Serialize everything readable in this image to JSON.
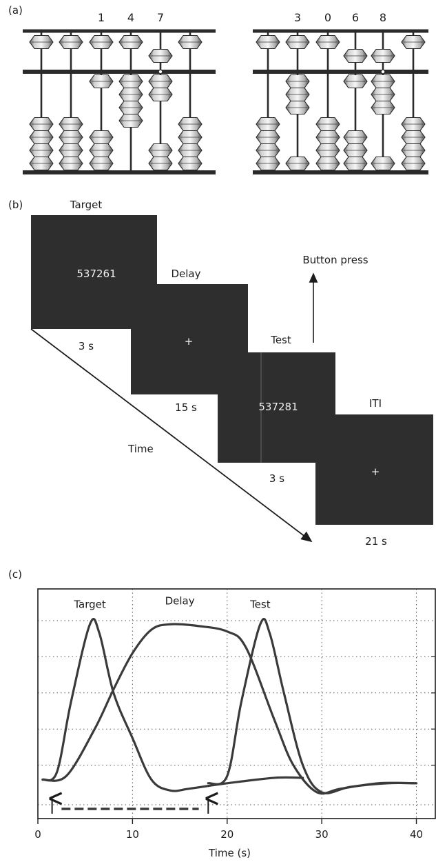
{
  "panels": {
    "a": {
      "letter": "(a)"
    },
    "b": {
      "letter": "(b)"
    },
    "c": {
      "letter": "(c)"
    }
  },
  "abacus": [
    {
      "digits": [
        "1",
        "4",
        "7"
      ]
    },
    {
      "digits": [
        "3",
        "0",
        "6",
        "8"
      ]
    }
  ],
  "task": {
    "target": {
      "title": "Target",
      "content": "537261",
      "duration": "3 s"
    },
    "delay": {
      "title": "Delay",
      "content": "+",
      "duration": "15 s"
    },
    "test": {
      "title": "Test",
      "content": "537281",
      "duration": "3 s"
    },
    "iti": {
      "title": "ITI",
      "content": "+",
      "duration": "21 s"
    },
    "button_press": "Button press",
    "time_label": "Time"
  },
  "chart_data": {
    "type": "line",
    "xlabel": "Time (s)",
    "xlim": [
      0,
      42
    ],
    "x_ticks": [
      "0",
      "10",
      "20",
      "30",
      "40"
    ],
    "grid": true,
    "series": [
      {
        "name": "Target",
        "points": [
          [
            0.5,
            0.12
          ],
          [
            2,
            0.16
          ],
          [
            3.5,
            0.55
          ],
          [
            5.5,
            0.98
          ],
          [
            6.5,
            0.93
          ],
          [
            8,
            0.6
          ],
          [
            10,
            0.35
          ],
          [
            12,
            0.12
          ],
          [
            14,
            0.06
          ],
          [
            16,
            0.07
          ],
          [
            20,
            0.1
          ],
          [
            25,
            0.13
          ],
          [
            28,
            0.13
          ]
        ]
      },
      {
        "name": "Delay",
        "points": [
          [
            0.5,
            0.12
          ],
          [
            3,
            0.14
          ],
          [
            6,
            0.4
          ],
          [
            8,
            0.62
          ],
          [
            10,
            0.82
          ],
          [
            12,
            0.95
          ],
          [
            14,
            0.98
          ],
          [
            17,
            0.97
          ],
          [
            20,
            0.94
          ],
          [
            22,
            0.85
          ],
          [
            25,
            0.45
          ],
          [
            27,
            0.2
          ],
          [
            29.5,
            0.05
          ],
          [
            32,
            0.07
          ],
          [
            36,
            0.1
          ],
          [
            40,
            0.1
          ]
        ]
      },
      {
        "name": "Test",
        "points": [
          [
            18,
            0.1
          ],
          [
            20,
            0.14
          ],
          [
            21.5,
            0.55
          ],
          [
            23.5,
            0.98
          ],
          [
            24.5,
            0.93
          ],
          [
            26,
            0.6
          ],
          [
            28,
            0.2
          ],
          [
            30,
            0.05
          ],
          [
            33,
            0.08
          ],
          [
            37,
            0.1
          ],
          [
            40,
            0.1
          ]
        ]
      }
    ],
    "markers": {
      "arrows_at": [
        1.5,
        18
      ],
      "dashed_span": [
        2.5,
        17
      ]
    }
  }
}
